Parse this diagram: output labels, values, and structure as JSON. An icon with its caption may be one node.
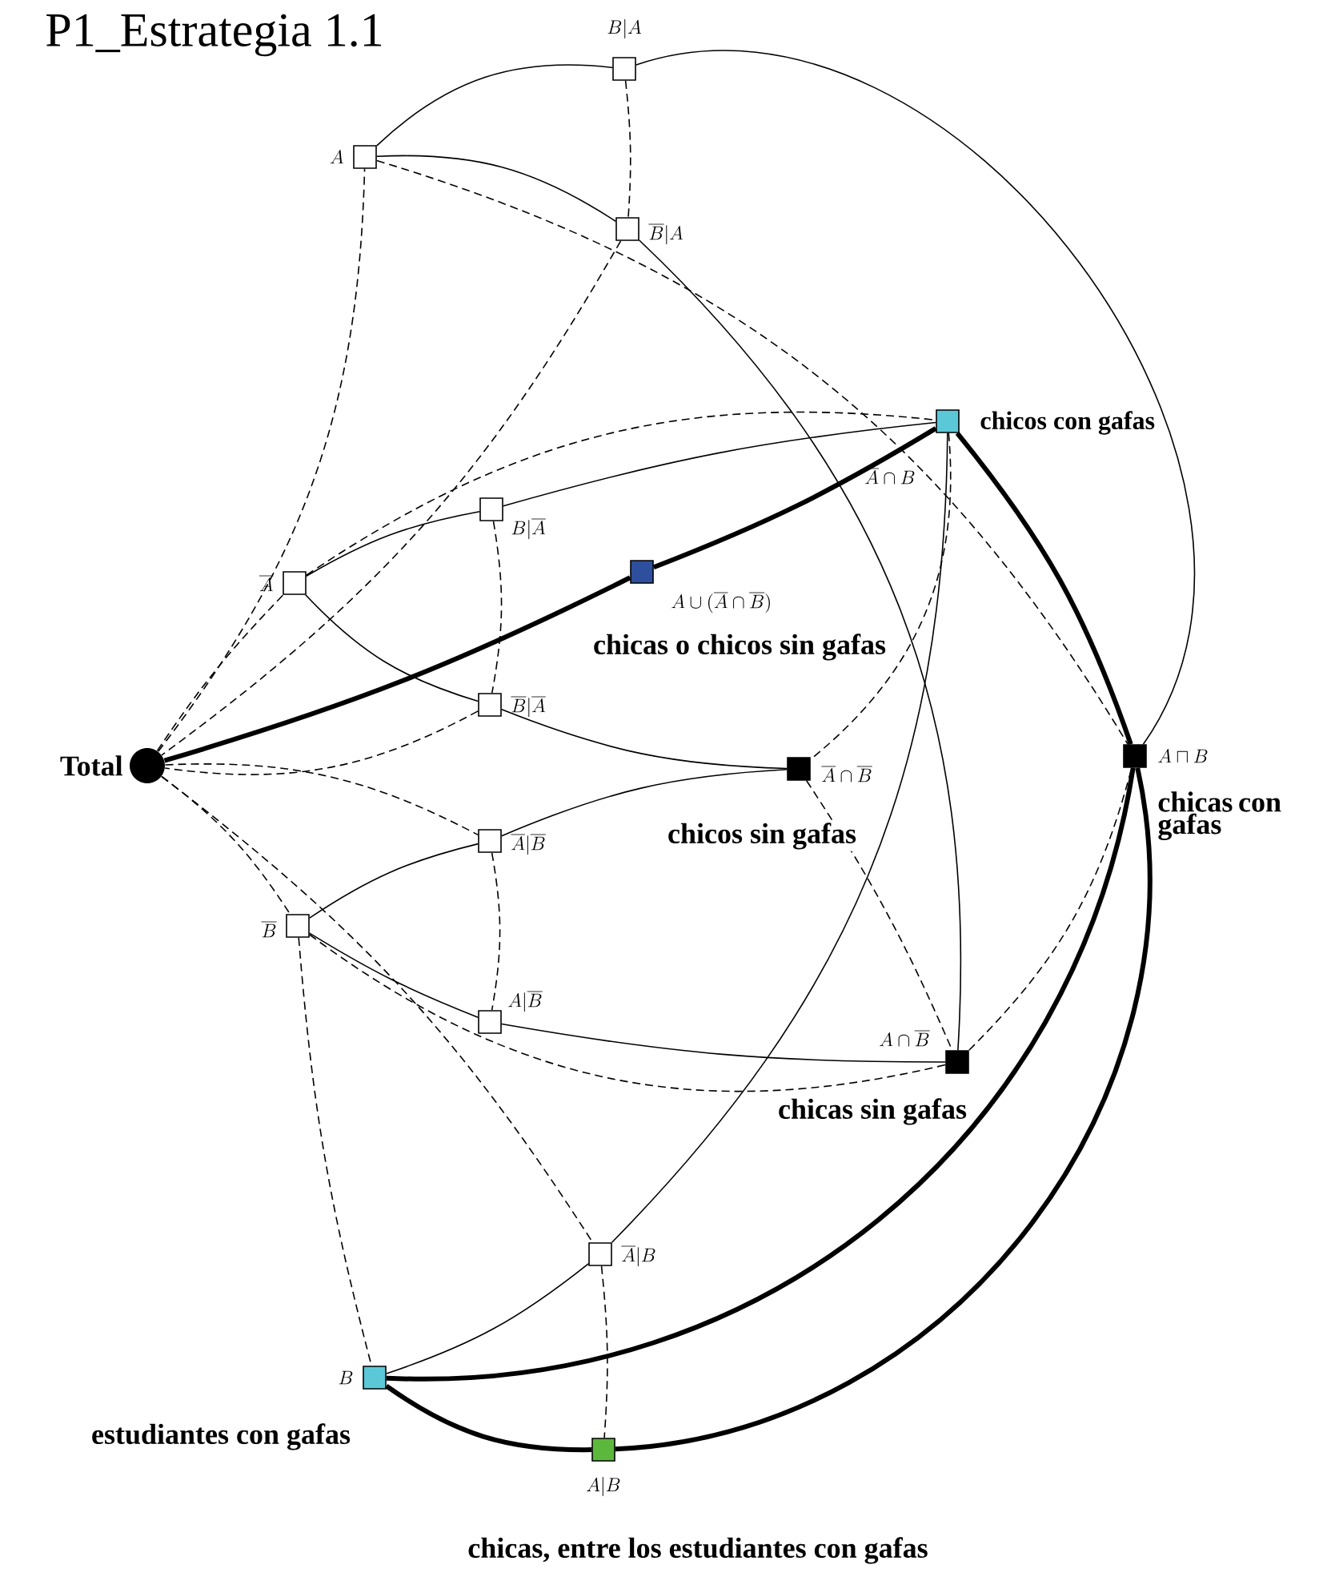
{
  "diagram": {
    "title": "P1_Estrategia 1.1",
    "nodes": [
      {
        "text": [
          "Total"
        ]
      },
      {
        "text": [
          "A"
        ]
      },
      {
        "text": [
          "B|A"
        ]
      },
      {
        "text": [
          "\\overline{B}|A"
        ]
      },
      {
        "text": [
          "\\overline{A}"
        ]
      },
      {
        "text": [
          "B|\\overline{A}"
        ]
      },
      {
        "text": [
          "\\overline{B}|\\overline{A}"
        ]
      },
      {
        "text": [
          "\\overline{B}"
        ]
      },
      {
        "text": [
          "\\overline{A}|\\overline{B}"
        ]
      },
      {
        "text": [
          "A|\\overline{B}"
        ]
      },
      {
        "text": [
          "\\overline{A}|B"
        ]
      },
      {
        "text": [
          "B",
          "estudiantes con gafas"
        ]
      },
      {
        "text": [
          "A|B",
          "chicas, entre los estudiantes con gafas"
        ]
      },
      {
        "text": [
          "chicos con gafas",
          "\\overline{A}\\cap B"
        ]
      },
      {
        "text": [
          "A\\cup(\\overline{A}\\cap\\overline{B})",
          "chicas o chicos sin gafas"
        ]
      },
      {
        "text": [
          "\\overline{A}\\cap\\overline{B}",
          "chicos sin gafas"
        ]
      },
      {
        "text": [
          "A\\cap\\overline{B}",
          "chicas sin gafas"
        ]
      },
      {
        "text": [
          "A\\sqcap B",
          "chicas con gafas"
        ]
      }
    ],
    "edges": [
      {
        "from": 1,
        "to": 2,
        "arrow": "none"
      },
      {
        "from": 2,
        "to": 17,
        "arrow": "none"
      },
      {
        "from": 1,
        "to": 3,
        "arrow": "none"
      },
      {
        "from": 3,
        "to": 16,
        "arrow": "none"
      },
      {
        "from": 4,
        "to": 5,
        "arrow": "none"
      },
      {
        "from": 5,
        "to": 13,
        "arrow": "none"
      },
      {
        "from": 4,
        "to": 6,
        "arrow": "none"
      },
      {
        "from": 6,
        "to": 15,
        "arrow": "none"
      },
      {
        "from": 7,
        "to": 8,
        "arrow": "none"
      },
      {
        "from": 8,
        "to": 15,
        "arrow": "none"
      },
      {
        "from": 7,
        "to": 9,
        "arrow": "none"
      },
      {
        "from": 9,
        "to": 16,
        "arrow": "none"
      },
      {
        "from": 11,
        "to": 10,
        "arrow": "none"
      },
      {
        "from": 10,
        "to": 13,
        "arrow": "none"
      },
      {
        "from": 11,
        "to": 12,
        "arrow": "none",
        "style": "thick"
      },
      {
        "from": 12,
        "to": 17,
        "arrow": "none",
        "style": "thick"
      },
      {
        "from": 0,
        "to": 1,
        "arrow": "none",
        "style": "dashed"
      },
      {
        "from": 0,
        "to": 4,
        "arrow": "none",
        "style": "dashed"
      },
      {
        "from": 1,
        "to": 17,
        "arrow": "none",
        "style": "dashed"
      },
      {
        "from": 2,
        "to": 3,
        "arrow": "none",
        "style": "dashed"
      },
      {
        "from": 3,
        "to": 0,
        "arrow": "none",
        "style": "dashed"
      },
      {
        "from": 4,
        "to": 13,
        "arrow": "none",
        "style": "dashed"
      },
      {
        "from": 5,
        "to": 6,
        "arrow": "none",
        "style": "dashed"
      },
      {
        "from": 6,
        "to": 0,
        "arrow": "none",
        "style": "dashed"
      },
      {
        "from": 0,
        "to": 8,
        "arrow": "none",
        "style": "dashed"
      },
      {
        "from": 8,
        "to": 9,
        "arrow": "none",
        "style": "dashed"
      },
      {
        "from": 0,
        "to": 10,
        "arrow": "none",
        "style": "dashed"
      },
      {
        "from": 10,
        "to": 12,
        "arrow": "none",
        "style": "dashed"
      },
      {
        "from": 0,
        "to": 7,
        "arrow": "none",
        "style": "dashed"
      },
      {
        "from": 7,
        "to": 11,
        "arrow": "none",
        "style": "dashed"
      },
      {
        "from": 7,
        "to": 16,
        "arrow": "none",
        "style": "dashed"
      },
      {
        "from": 13,
        "to": 15,
        "arrow": "none",
        "style": "dashed"
      },
      {
        "from": 15,
        "to": 16,
        "arrow": "none",
        "style": "dashed"
      },
      {
        "from": 16,
        "to": 17,
        "arrow": "none",
        "style": "dashed"
      },
      {
        "from": 13,
        "to": 17,
        "arrow": "none",
        "style": "thick"
      },
      {
        "from": 0,
        "to": 14,
        "arrow": "none",
        "style": "thick"
      },
      {
        "from": 14,
        "to": 13,
        "arrow": "none",
        "style": "thick"
      },
      {
        "from": 11,
        "to": 17,
        "arrow": "none",
        "style": "thick"
      }
    ]
  }
}
